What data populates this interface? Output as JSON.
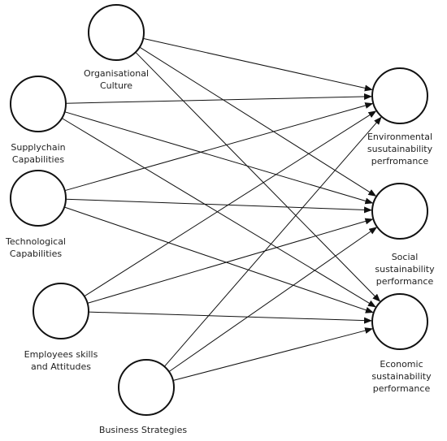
{
  "diagram": {
    "stroke_color": "#111111",
    "sources": [
      {
        "id": "organisational-culture",
        "label_lines": [
          "Organisational",
          "Culture"
        ]
      },
      {
        "id": "supplychain-capabilities",
        "label_lines": [
          "Supplychain",
          "Capabilities"
        ]
      },
      {
        "id": "technological-capabilities",
        "label_lines": [
          "Technological",
          "Capabilities"
        ]
      },
      {
        "id": "employees-skills-and-attitudes",
        "label_lines": [
          "Employees skills",
          "and Attitudes"
        ]
      },
      {
        "id": "business-strategies",
        "label_lines": [
          "Business Strategies"
        ]
      }
    ],
    "targets": [
      {
        "id": "environmental-sustainability-performance",
        "label_lines": [
          "Environmental",
          "susutainability",
          "perfromance"
        ]
      },
      {
        "id": "social-sustainability-performance",
        "label_lines": [
          "Social",
          "sustainability",
          "performance"
        ]
      },
      {
        "id": "economic-sustainability-performance",
        "label_lines": [
          "Economic",
          "sustainability",
          "performance"
        ]
      }
    ]
  }
}
